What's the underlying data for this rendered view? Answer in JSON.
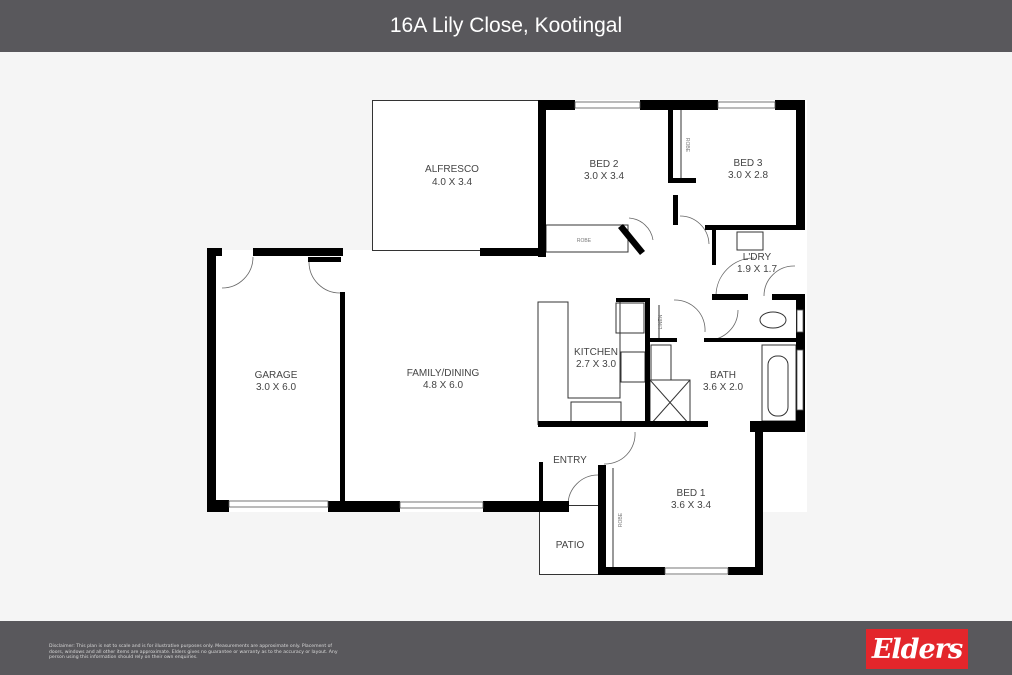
{
  "header": {
    "title": "16A Lily Close, Kootingal"
  },
  "rooms": [
    {
      "name": "ALFRESCO",
      "size": "4.0 X 3.4"
    },
    {
      "name": "BED 2",
      "size": "3.0 X 3.4"
    },
    {
      "name": "BED 3",
      "size": "3.0 X 2.8"
    },
    {
      "name": "L'DRY",
      "size": "1.9 X 1.7"
    },
    {
      "name": "GARAGE",
      "size": "3.0 X 6.0"
    },
    {
      "name": "FAMILY/DINING",
      "size": "4.8 X 6.0"
    },
    {
      "name": "KITCHEN",
      "size": "2.7 X 3.0"
    },
    {
      "name": "BATH",
      "size": "3.6 X 2.0"
    },
    {
      "name": "ENTRY",
      "size": ""
    },
    {
      "name": "BED 1",
      "size": "3.6 X 3.4"
    },
    {
      "name": "PATIO",
      "size": ""
    }
  ],
  "small_labels": {
    "robe": "ROBE",
    "linen": "LINEN"
  },
  "footer": {
    "disclaimer": "Disclaimer: This plan is not to scale and is for illustrative purposes only. Measurements are approximate only. Placement of doors, windows and all other items are approximate. Elders gives no guarantee or warranty as to the accuracy or layout. Any person using this information should rely on their own enquiries.",
    "logo_text": "Elders"
  },
  "colors": {
    "bar": "#59585c",
    "background": "#f5f5f5",
    "wall": "#000000",
    "logo": "#e3262b"
  }
}
